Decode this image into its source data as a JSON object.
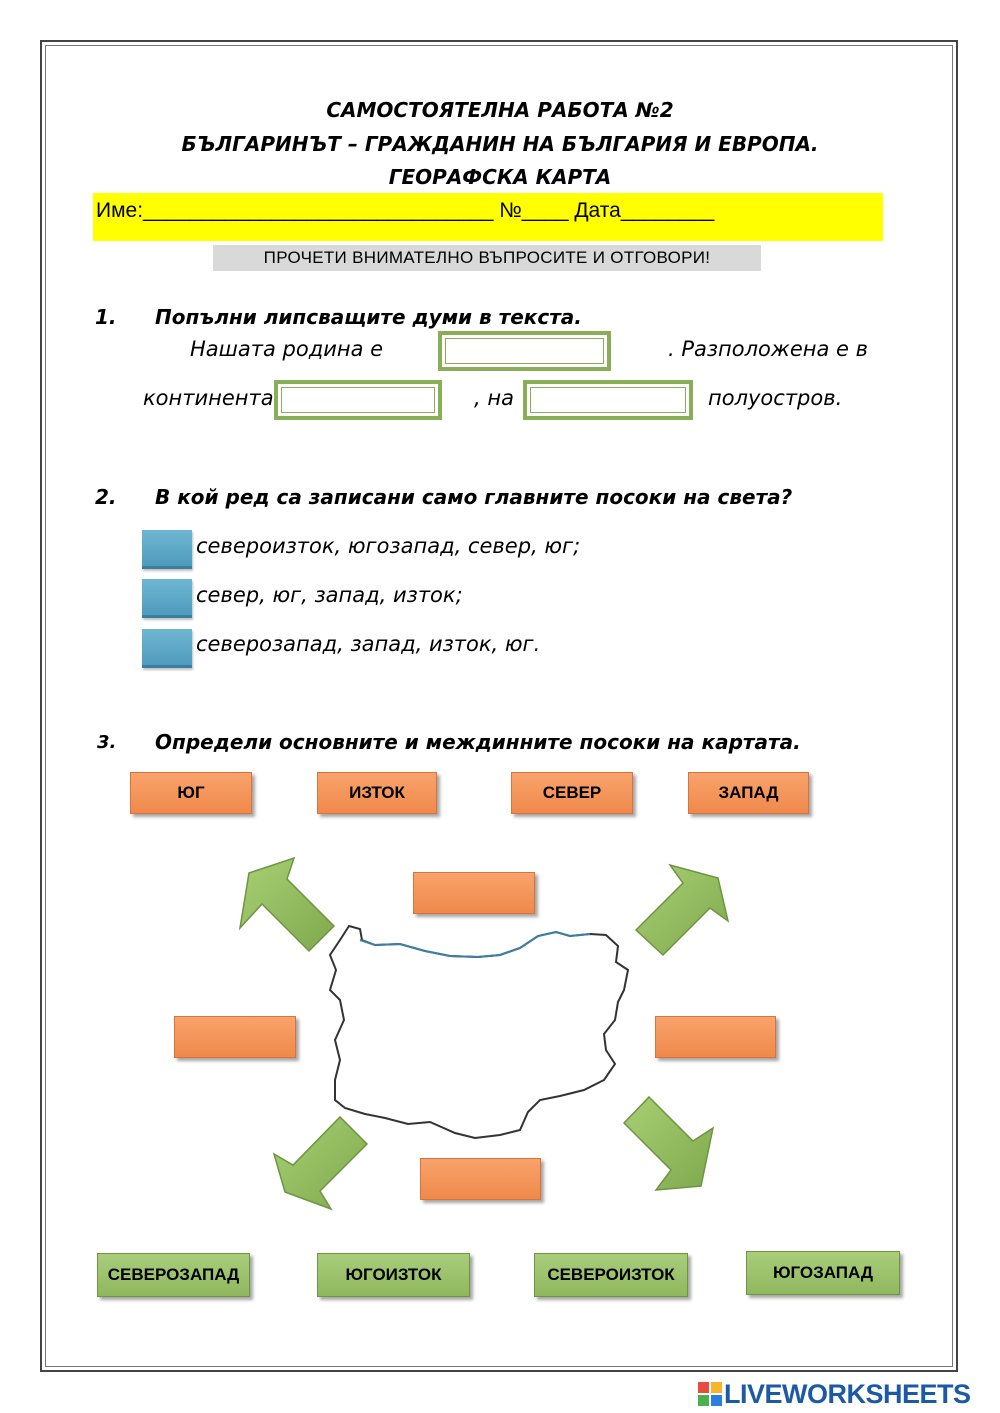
{
  "header": {
    "line1": "САМОСТОЯТЕЛНА РАБОТА №2",
    "line2": "БЪЛГАРИНЪТ – ГРАЖДАНИН НА БЪЛГАРИЯ И ЕВРОПА.",
    "line3": "ГЕОРАФСКА КАРТА"
  },
  "name_line": "Име:______________________________ №____ Дата________",
  "instruction": "ПРОЧЕТИ ВНИМАТЕЛНО ВЪПРОСИТЕ И ОТГОВОРИ!",
  "q1": {
    "number": "1.",
    "text": "Попълни липсващите думи в текста.",
    "part1": "Нашата родина е",
    "part2": ". Разположена е в",
    "part3": "континента",
    "part4": ", на",
    "part5": "полуостров."
  },
  "q2": {
    "number": "2.",
    "text": "В кой ред са записани само главните посоки на света?",
    "options": [
      "североизток, югозапад, север, юг;",
      "север, юг, запад, изток;",
      "северозапад, запад, изток, юг."
    ]
  },
  "q3": {
    "number": "3.",
    "text": "Определи основните и междинните посоки на картата.",
    "main_directions": [
      "ЮГ",
      "ИЗТОК",
      "СЕВЕР",
      "ЗАПАД"
    ],
    "intermediate_directions": [
      "СЕВЕРОЗАПАД",
      "ЮГОИЗТОК",
      "СЕВЕРОИЗТОК",
      "ЮГОЗАПАД"
    ]
  },
  "footer": {
    "logo_text": "LIVEWORKSHEETS"
  },
  "colors": {
    "highlight": "#ffff00",
    "orange": "#f39456",
    "green": "#9bc26a",
    "blue": "#5aa7c8"
  },
  "icons": [
    "arrow-northwest-icon",
    "arrow-northeast-icon",
    "arrow-southwest-icon",
    "arrow-southeast-icon",
    "bulgaria-map-outline"
  ]
}
